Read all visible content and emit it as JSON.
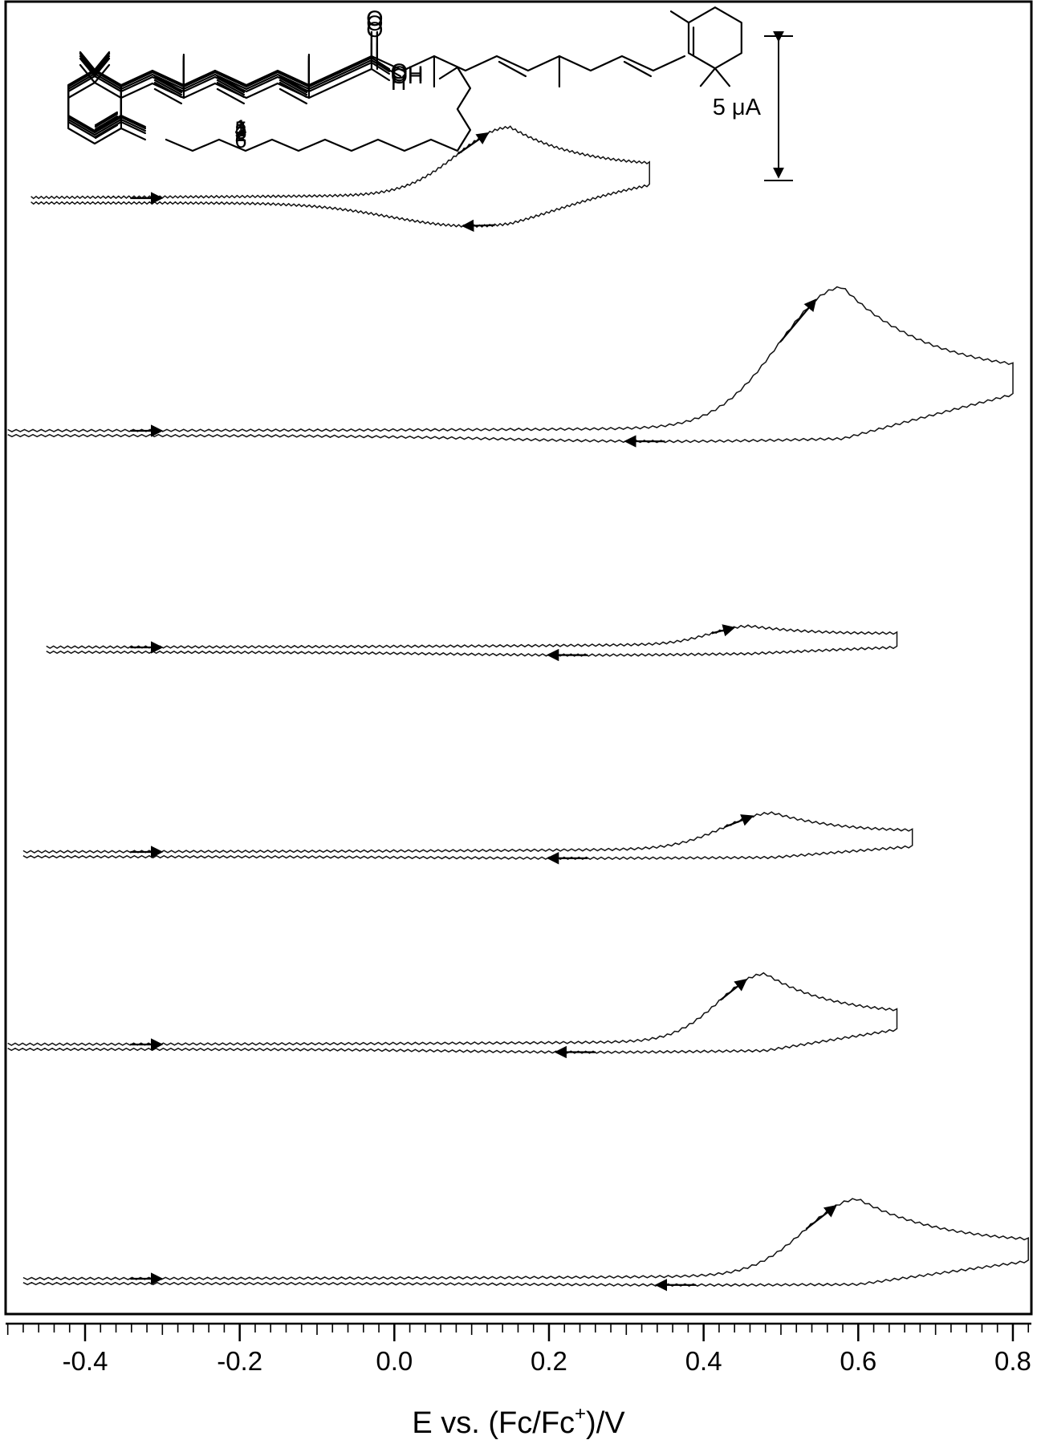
{
  "chart_data": {
    "type": "line",
    "title": "",
    "xlabel": "E vs. (Fc/Fc",
    "xlabel_sup": "+",
    "xlabel_suffix": ")/V",
    "xlim": [
      -0.5,
      0.82
    ],
    "xticks": [
      -0.4,
      -0.2,
      0.0,
      0.2,
      0.4,
      0.6,
      0.8
    ],
    "xtick_labels": [
      "-0.4",
      "-0.2",
      "0.0",
      "0.2",
      "0.4",
      "0.6",
      "0.8"
    ],
    "minor_tick_step": 0.02,
    "scale_bar": {
      "label": "5 μA",
      "value_uA": 5
    },
    "series": [
      {
        "name": "1",
        "start": -0.47,
        "end": 0.33,
        "onset": 0.0,
        "peak_E": 0.15,
        "peak_current_uA": 2.3,
        "return_peak_E": 0.1,
        "return_peak_current_uA": -0.8
      },
      {
        "name": "2",
        "start": -0.5,
        "end": 0.8,
        "onset": 0.4,
        "peak_E": 0.58,
        "peak_current_uA": 4.8,
        "return_peak_E": 0.35,
        "return_peak_current_uA": -0.2
      },
      {
        "name": "3",
        "start": -0.45,
        "end": 0.65,
        "onset": 0.35,
        "peak_E": 0.46,
        "peak_current_uA": 0.6,
        "return_peak_E": 0.25,
        "return_peak_current_uA": -0.1
      },
      {
        "name": "4",
        "start": -0.48,
        "end": 0.67,
        "onset": 0.35,
        "peak_E": 0.49,
        "peak_current_uA": 1.2,
        "return_peak_E": 0.25,
        "return_peak_current_uA": -0.05
      },
      {
        "name": "5",
        "start": -0.5,
        "end": 0.65,
        "onset": 0.35,
        "peak_E": 0.48,
        "peak_current_uA": 2.3,
        "return_peak_E": 0.26,
        "return_peak_current_uA": -0.1
      },
      {
        "name": "6",
        "start": -0.48,
        "end": 0.82,
        "onset": 0.45,
        "peak_E": 0.6,
        "peak_current_uA": 2.6,
        "return_peak_E": 0.39,
        "return_peak_current_uA": -0.05
      }
    ]
  },
  "molecules": [
    {
      "number": "1"
    },
    {
      "number": "2",
      "substituent": "OH",
      "carbonyl_o": "O"
    },
    {
      "number": "3",
      "substituent": "OH"
    },
    {
      "number": "4",
      "substituent": "O",
      "carbonyl_o": "O"
    },
    {
      "number": "5",
      "substituent": "O",
      "carbonyl_o": "O"
    },
    {
      "number": "6",
      "substituent": "H",
      "carbonyl_o": "O"
    }
  ]
}
